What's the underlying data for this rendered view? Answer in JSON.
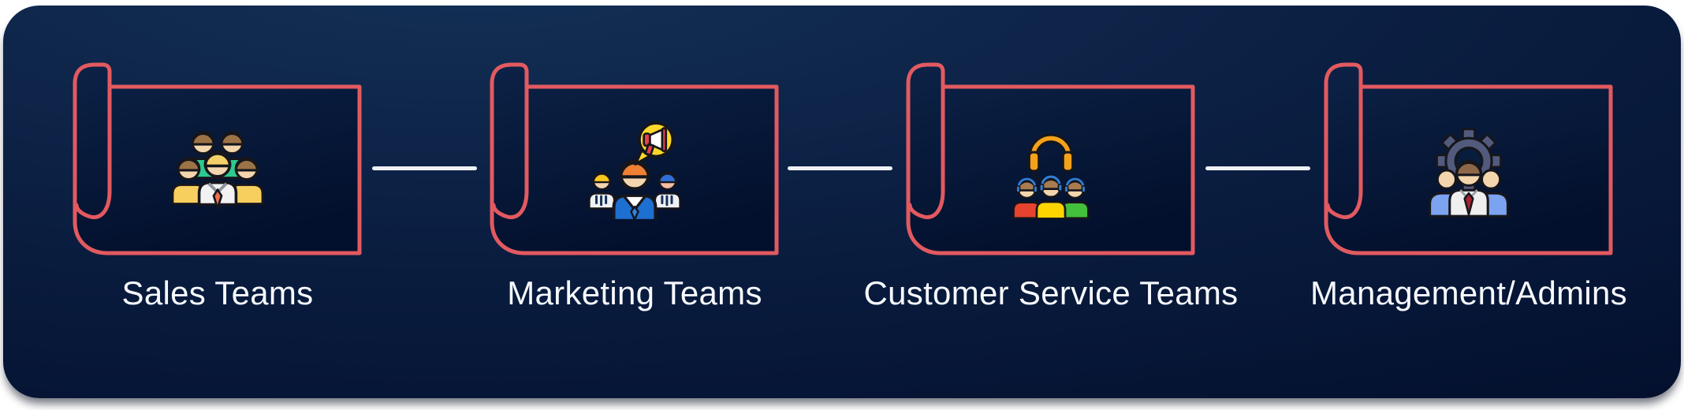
{
  "theme": {
    "canvas-bg": "#ffffff",
    "card-bg-top": "#143056",
    "card-bg-mid": "#0b1f42",
    "card-bg-bottom": "#020d2a",
    "scroll-outline": "#e25a60",
    "banner-fill-top": "#0c2246",
    "banner-fill-bottom": "#03102d",
    "connector": "#eef1f6",
    "label-color": "#f7f9ff"
  },
  "diagram": {
    "nodes": [
      {
        "label": "Sales Teams",
        "icon": "sales-teams-icon"
      },
      {
        "label": "Marketing Teams",
        "icon": "marketing-teams-icon"
      },
      {
        "label": "Customer Service Teams",
        "icon": "customer-service-teams-icon"
      },
      {
        "label": "Management/Admins",
        "icon": "management-admins-icon"
      }
    ],
    "icon_colors": {
      "outline": "#16161c",
      "skin": "#f3d6ae",
      "hair_brown": "#9c7347",
      "hair_blond": "#f4d168",
      "hair_orange": "#f08033",
      "teal_shirt": "#2ec98e",
      "yellow_shirt": "#f7cf5f",
      "white_shirt": "#f2f2f2",
      "suit_blue": "#1e6fd2",
      "bubble_yellow": "#ffd92b",
      "megaphone_red": "#e8404d",
      "headset_orange": "#f5a21b",
      "headband_blue": "#2f7fd9",
      "agent_red": "#e8432e",
      "agent_yellow": "#ffd500",
      "agent_green": "#44c13c",
      "gear_slate": "#525b7d",
      "admin_blue": "#7ba3ef",
      "tie_dark_red": "#a32430"
    }
  }
}
